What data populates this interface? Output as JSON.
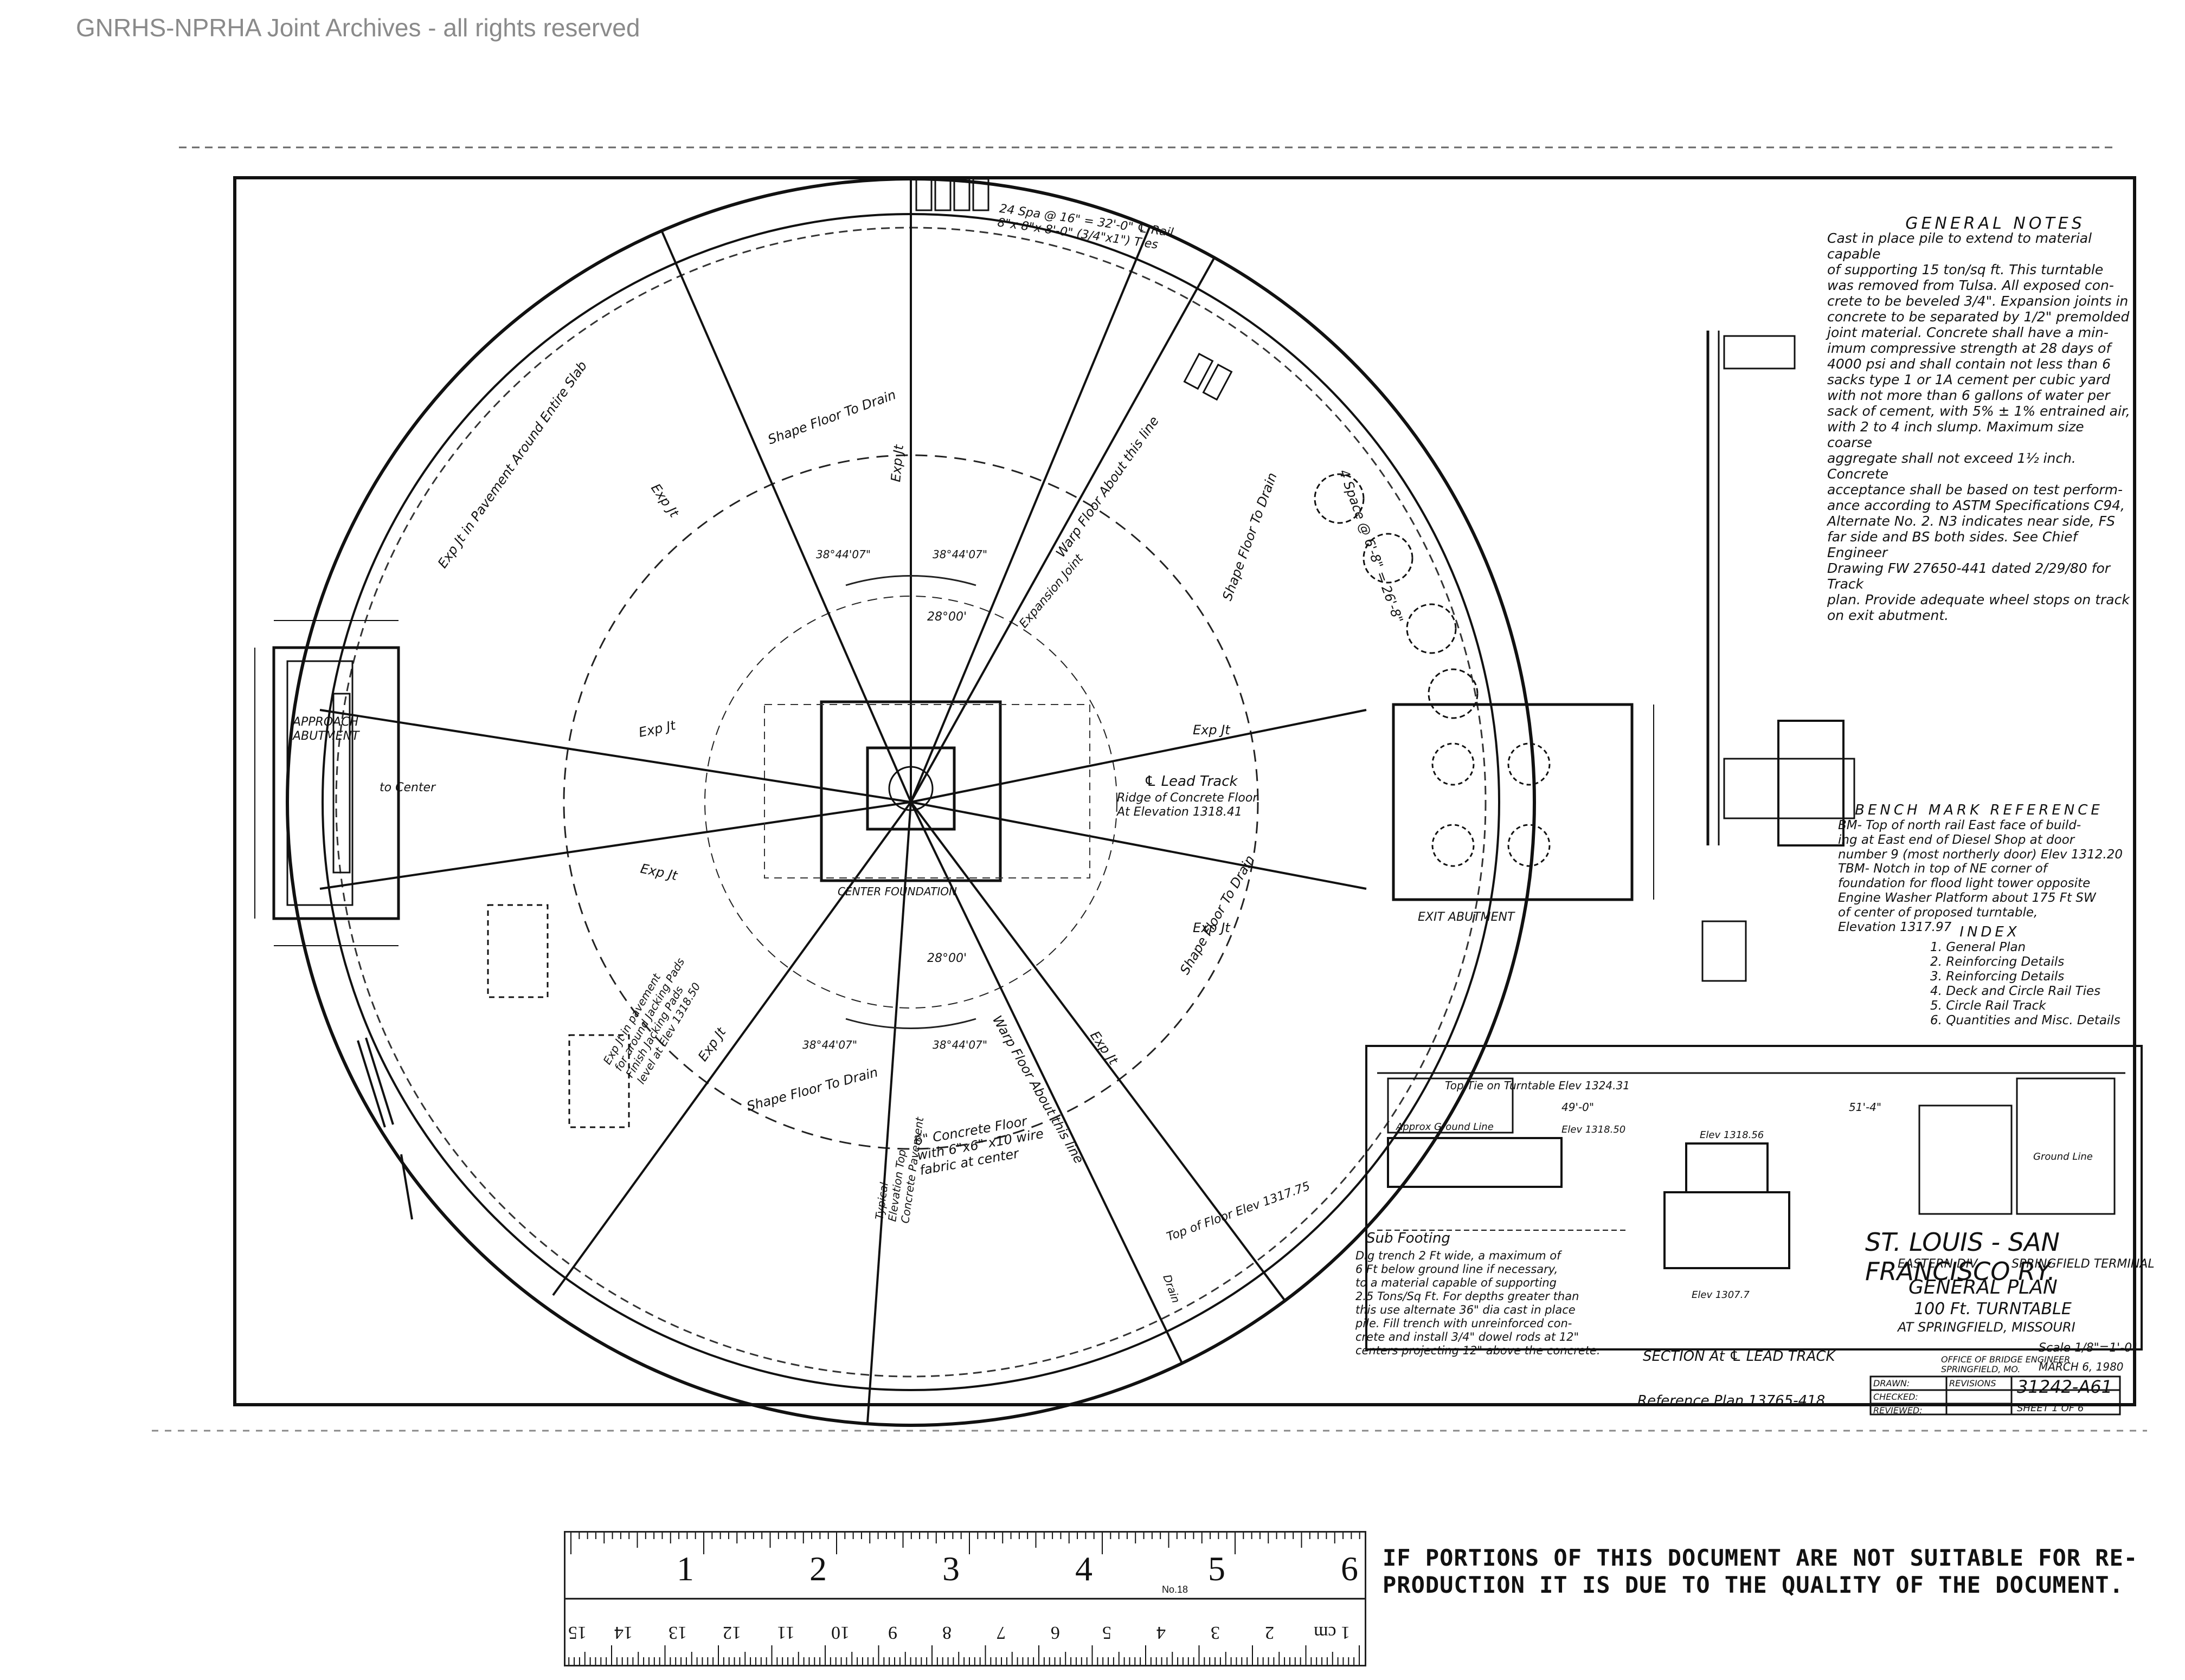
{
  "watermark": "GNRHS-NPRHA Joint Archives - all rights reserved",
  "general_notes": {
    "heading": "GENERAL NOTES",
    "text": "Cast in place pile to extend to material capable\nof supporting 15 ton/sq ft. This turntable\nwas removed from Tulsa. All exposed con-\ncrete to be beveled 3/4\". Expansion joints in\nconcrete to be separated by 1/2\" premolded\njoint material. Concrete shall have a min-\nimum compressive strength at 28 days of\n4000 psi and shall contain not less than 6\nsacks type 1 or 1A cement per cubic yard\nwith not more than 6 gallons of water per\nsack of cement, with 5% ± 1% entrained air,\nwith 2 to 4 inch slump. Maximum size coarse\naggregate shall not exceed 1½ inch. Concrete\nacceptance shall be based on test perform-\nance according to ASTM Specifications C94,\nAlternate No. 2. N3 indicates near side, FS\nfar side and BS both sides. See Chief Engineer\nDrawing FW 27650-441 dated 2/29/80 for Track\nplan. Provide adequate wheel stops on track\non exit abutment."
  },
  "bench_mark": {
    "heading": "BENCH MARK REFERENCE",
    "bm": "BM- Top of north rail East face of build-\ning at East end of Diesel Shop at door\nnumber 9 (most northerly door) Elev 1312.20",
    "tbm": "TBM- Notch in top of NE corner of\nfoundation for flood light tower opposite\nEngine Washer Platform about 175 Ft SW\nof center of proposed turntable,\nElevation 1317.97"
  },
  "index": {
    "heading": "INDEX",
    "items": [
      "1. General Plan",
      "2. Reinforcing Details",
      "3. Reinforcing Details",
      "4. Deck and Circle Rail Ties",
      "5. Circle Rail Track",
      "6. Quantities and Misc. Details"
    ]
  },
  "plan_labels": {
    "approach_abutment": "APPROACH\nABUTMENT",
    "exit_abutment": "EXIT ABUTMENT",
    "center_foundation": "CENTER FOUNDATION",
    "lead_track": "℄ Lead Track",
    "ridge": "Ridge of Concrete Floor\nAt Elevation 1318.41",
    "concrete_floor": "6\" Concrete Floor\nwith 6\"x6\" x10 wire\nfabric at center",
    "shape_floor": "Shape Floor\nTo Drain",
    "exp_jt": "Exp Jt",
    "exp_jt_pavement": "Exp Jt in Pavement Around Entire Slab",
    "warp_floor": "Warp Floor About this line",
    "expansion_joint": "Expansion Joint",
    "ties": "24 Spa @ 16\" = 32'-0\" ℄ Rail\n8\"x 8\"x 8'-0\" (3/4\"x1\") Ties",
    "piles": "4 Space @ 6'-8\" = 26'-8\"",
    "top_of_floor": "Top of Floor\nElev 1317.75",
    "typical_elevation": "Typical\nElevation Top\nConcrete Pavement",
    "center_label": "to Center",
    "angle_1": "28°00'",
    "angle_2": "38°44'07\"",
    "jacking_pads": "Exp Jt in pavement\nfor around Jacking Pads\nFinish Jacking Pads\nlevel at Elev 1318.50",
    "drain": "Drain"
  },
  "section": {
    "title": "SECTION At ℄ LEAD TRACK",
    "top_tie": "Top Tie on Turntable Elev 1324.31",
    "approach_ground": "Approx Ground Line",
    "ground_line": "Ground Line",
    "sub_footing": "Sub Footing",
    "sub_footing_note": "Dig trench 2 Ft wide, a maximum of\n6 Ft below ground line if necessary,\nto a material capable of supporting\n2.5 Tons/Sq Ft. For depths greater than\nthis use alternate 36\" dia cast in place\npile. Fill trench with unreinforced con-\ncrete and install 3/4\" dowel rods at 12\"\ncenters projecting 12\" above the concrete.",
    "dim_49": "49'-0\"",
    "dim_51": "51'-4\"",
    "elev_1": "Elev 1318.50",
    "elev_2": "Elev 1318.56",
    "elev_3": "Elev 1307.7"
  },
  "title_block": {
    "railway": "ST. LOUIS - SAN FRANCISCO RY.",
    "division": "EASTERN DIV",
    "terminal": "SPRINGFIELD TERMINAL",
    "plan": "GENERAL PLAN",
    "subject": "100 Ft. TURNTABLE",
    "location": "AT SPRINGFIELD, MISSOURI",
    "scale": "Scale 1/8\"=1'-0\"",
    "office": "OFFICE OF BRIDGE ENGINEER\nSPRINGFIELD, MO.",
    "date": "MARCH 6, 1980",
    "drawn": "DRAWN:",
    "checked": "CHECKED:",
    "reviewed": "REVIEWED:",
    "revisions": "REVISIONS",
    "drawing_no": "31242-A61",
    "sheet": "SHEET 1 OF 6",
    "reference": "Reference Plan 13765-418"
  },
  "ruler": {
    "inches": [
      "1",
      "2",
      "3",
      "4",
      "5",
      "6"
    ],
    "cm": [
      "1 cm",
      "2",
      "3",
      "4",
      "5",
      "6",
      "7",
      "8",
      "9",
      "10",
      "11",
      "12",
      "13",
      "14",
      "15"
    ],
    "label": "No.18"
  },
  "stamp": "IF PORTIONS OF THIS DOCUMENT ARE NOT SUITABLE FOR RE-\nPRODUCTION IT IS DUE TO THE QUALITY OF THE DOCUMENT."
}
